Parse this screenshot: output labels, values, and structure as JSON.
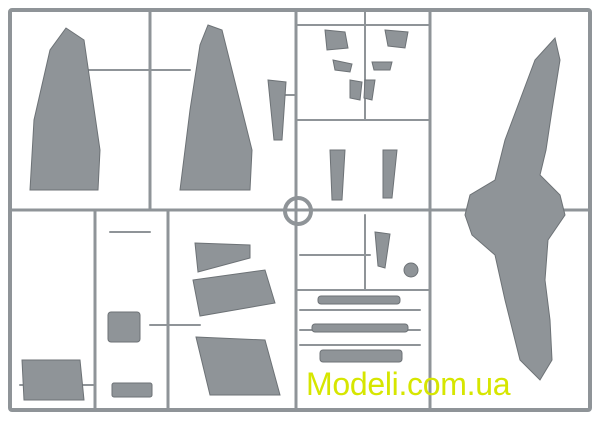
{
  "image": {
    "subject": "plastic-model-kit-sprue",
    "background_color": "#ffffff",
    "plastic_color": "#8f9498",
    "plastic_shadow_color": "#6d7276",
    "plastic_highlight_color": "#b4b8bb"
  },
  "watermark": {
    "text": "Modeli.com.ua",
    "color": "#d6e600",
    "kind": "site-watermark"
  }
}
